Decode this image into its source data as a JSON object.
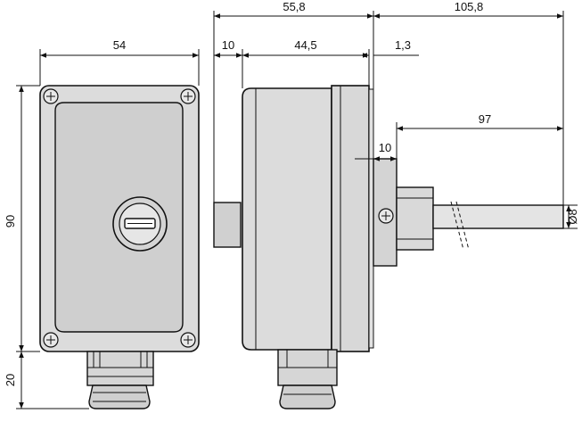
{
  "dimensions": {
    "front_width": "54",
    "front_height": "90",
    "gland_height": "20",
    "side_total_width": "55,8",
    "side_flange": "10",
    "side_body": "44,5",
    "side_gap": "1,3",
    "probe_total": "105,8",
    "probe_length": "97",
    "probe_nut": "10",
    "probe_diameter": "Ø8"
  }
}
